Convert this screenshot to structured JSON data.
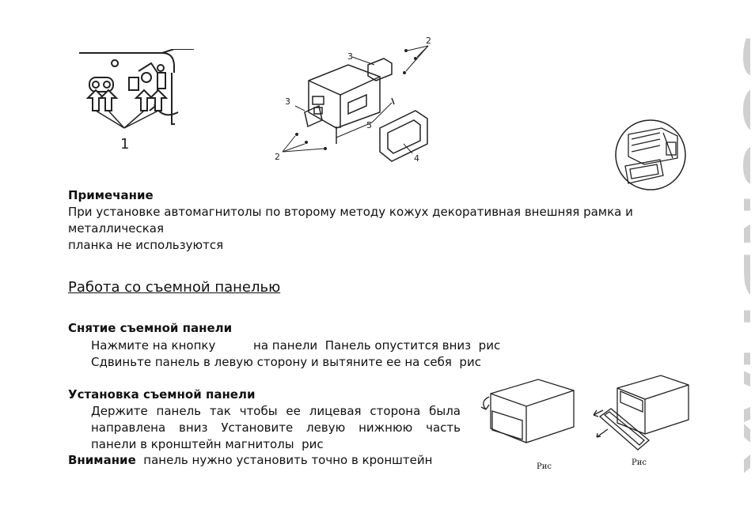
{
  "brand": "SOUNDMAX",
  "figure_top_left": {
    "label": "1"
  },
  "figure_top_center": {
    "labels": [
      "2",
      "3",
      "3",
      "5",
      "2",
      "4"
    ]
  },
  "note": {
    "heading": "Примечание",
    "line1": "При установке автомагнитолы по второму методу кожух  декоративная внешняя рамка и",
    "line2": "металлическая",
    "line3": "планка не используются"
  },
  "section_title": "Работа со съемной панелью",
  "removal": {
    "heading": "Снятие съемной панели",
    "line1": "Нажмите на кнопку          на панели  Панель опустится вниз  рис",
    "line2": "Сдвиньте панель в левую сторону и вытяните ее на себя  рис"
  },
  "install": {
    "heading": "Установка съемной панели",
    "line1": "Держите панель так  чтобы ее лицевая сторона была",
    "line2": "направлена вниз  Установите левую нижнюю часть",
    "line3": "панели в кронштейн магнитолы  рис"
  },
  "warning": {
    "label": "Внимание",
    "text": "  панель нужно установить точно в кронштейн"
  },
  "fig_caption_left": "Рис",
  "fig_caption_right": "Рис"
}
